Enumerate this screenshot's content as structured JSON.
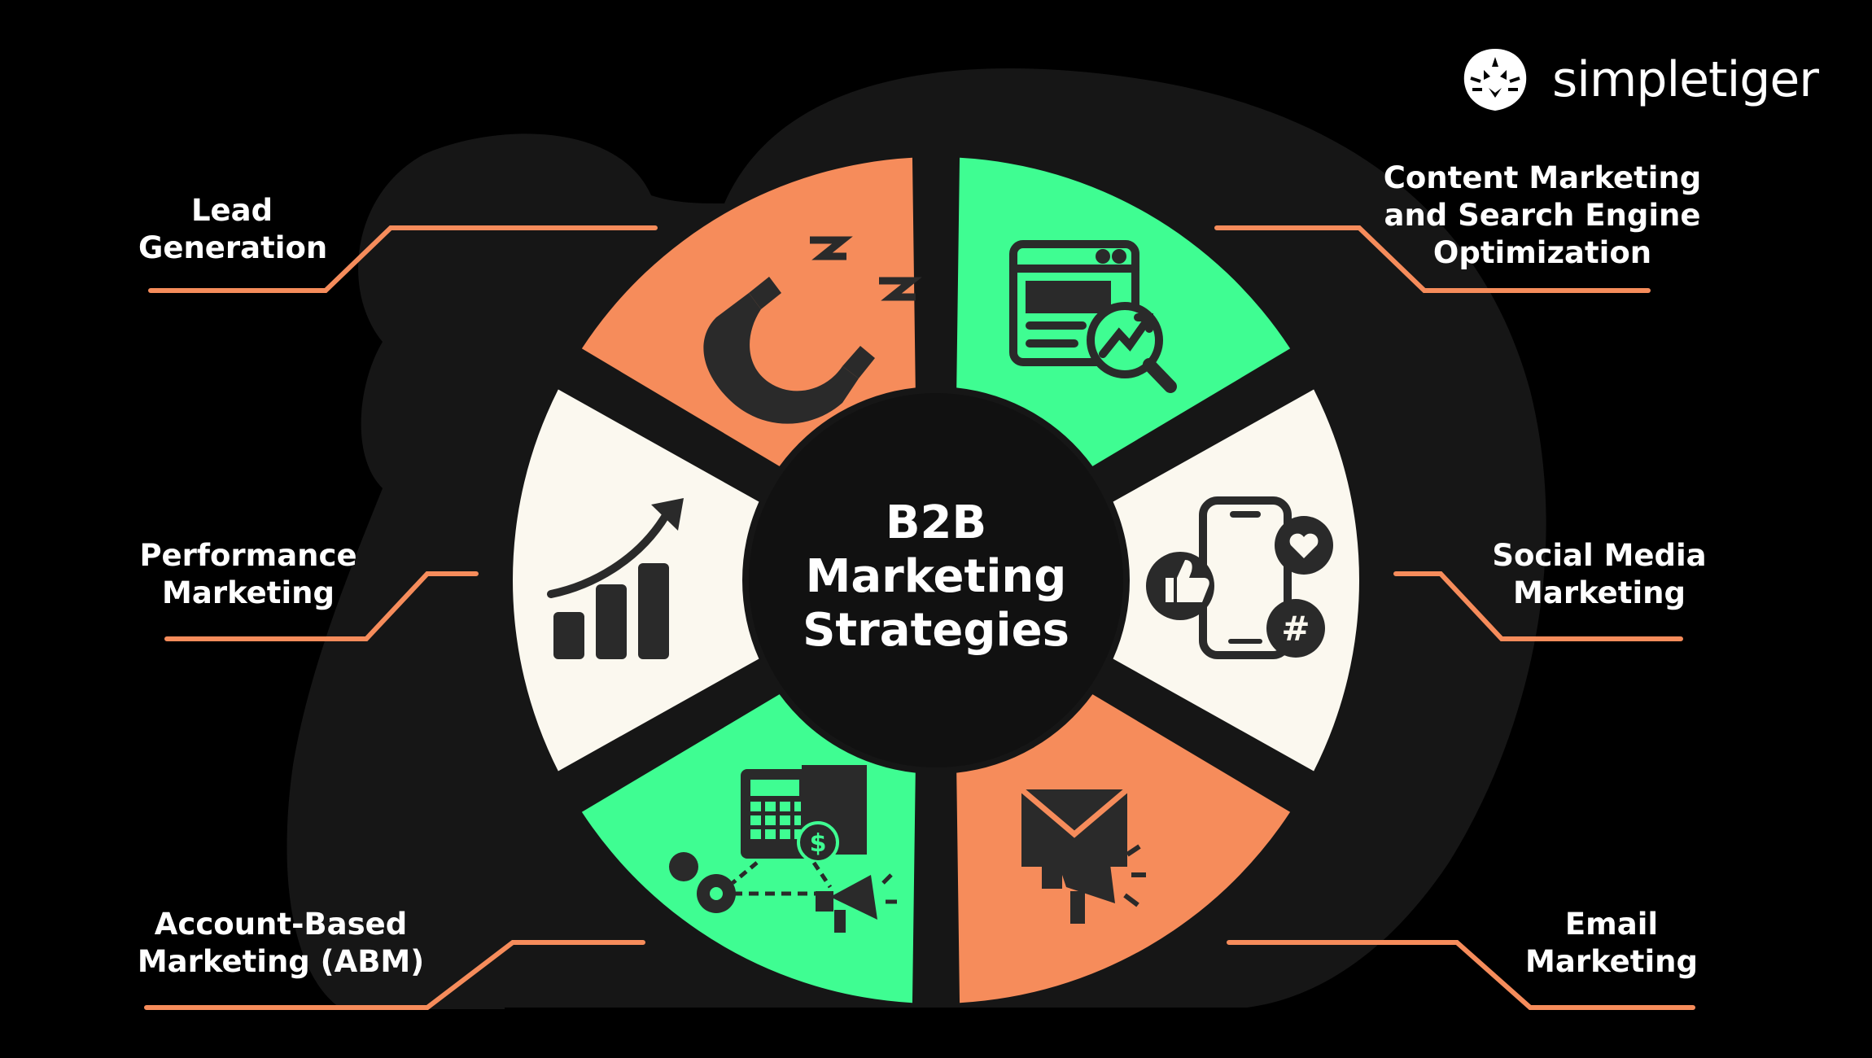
{
  "brand": {
    "name": "simpletiger"
  },
  "center": {
    "lines": [
      "B2B",
      "Marketing",
      "Strategies"
    ]
  },
  "colors": {
    "orange": "#F68C5B",
    "green": "#3FFD92",
    "cream": "#FBF8EF",
    "dark": "#111111",
    "background": "#000000",
    "text": "#FFFFFF"
  },
  "segments": [
    {
      "id": "lead-generation",
      "label_lines": [
        "Lead",
        "Generation"
      ],
      "color": "orange",
      "icon": "magnet-icon"
    },
    {
      "id": "content-marketing-seo",
      "label_lines": [
        "Content Marketing",
        "and Search Engine",
        "Optimization"
      ],
      "color": "green",
      "icon": "webpage-analytics-icon"
    },
    {
      "id": "social-media-marketing",
      "label_lines": [
        "Social Media",
        "Marketing"
      ],
      "color": "cream",
      "icon": "smartphone-social-icon"
    },
    {
      "id": "email-marketing",
      "label_lines": [
        "Email",
        "Marketing"
      ],
      "color": "orange",
      "icon": "envelope-megaphone-icon"
    },
    {
      "id": "account-based-marketing",
      "label_lines": [
        "Account-Based",
        "Marketing (ABM)"
      ],
      "color": "green",
      "icon": "calculator-workflow-icon"
    },
    {
      "id": "performance-marketing",
      "label_lines": [
        "Performance",
        "Marketing"
      ],
      "color": "cream",
      "icon": "growth-chart-icon"
    }
  ]
}
